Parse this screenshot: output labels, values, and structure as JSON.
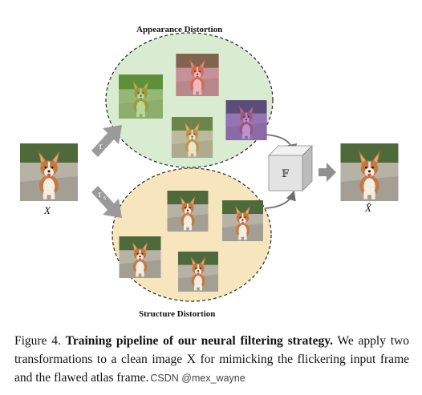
{
  "labels": {
    "appearance": "Appearance Distortion",
    "structure": "Structure Distortion",
    "input_var": "X",
    "output_var": "X̂",
    "tau_a": "τ",
    "tau_a_sub": "a",
    "tau_s": "τ",
    "tau_s_sub": "s",
    "filter": "𝔽"
  },
  "caption": {
    "prefix": "Figure 4.",
    "bold": "Training pipeline of our neural filtering strategy.",
    "rest": "We apply two transformations to a clean image X for mimicking the flickering input frame and the flawed atlas frame."
  },
  "watermark": "CSDN @mex_wayne",
  "colors": {
    "appearance_fill": "#d9ecd2",
    "structure_fill": "#f7e6bd",
    "arrow_gray": "#9a9a9a",
    "cube_front": "#e3e3e3",
    "cube_top": "#f2f2f2",
    "cube_side": "#bcbcbc"
  },
  "images": {
    "input": "corgi-photo",
    "output": "corgi-photo",
    "appearance_tints": [
      "green-tint",
      "red-tint",
      "neutral-tint",
      "purple-tint"
    ],
    "structure_variants": [
      "warped-1",
      "warped-2",
      "warped-3",
      "warped-4"
    ]
  }
}
